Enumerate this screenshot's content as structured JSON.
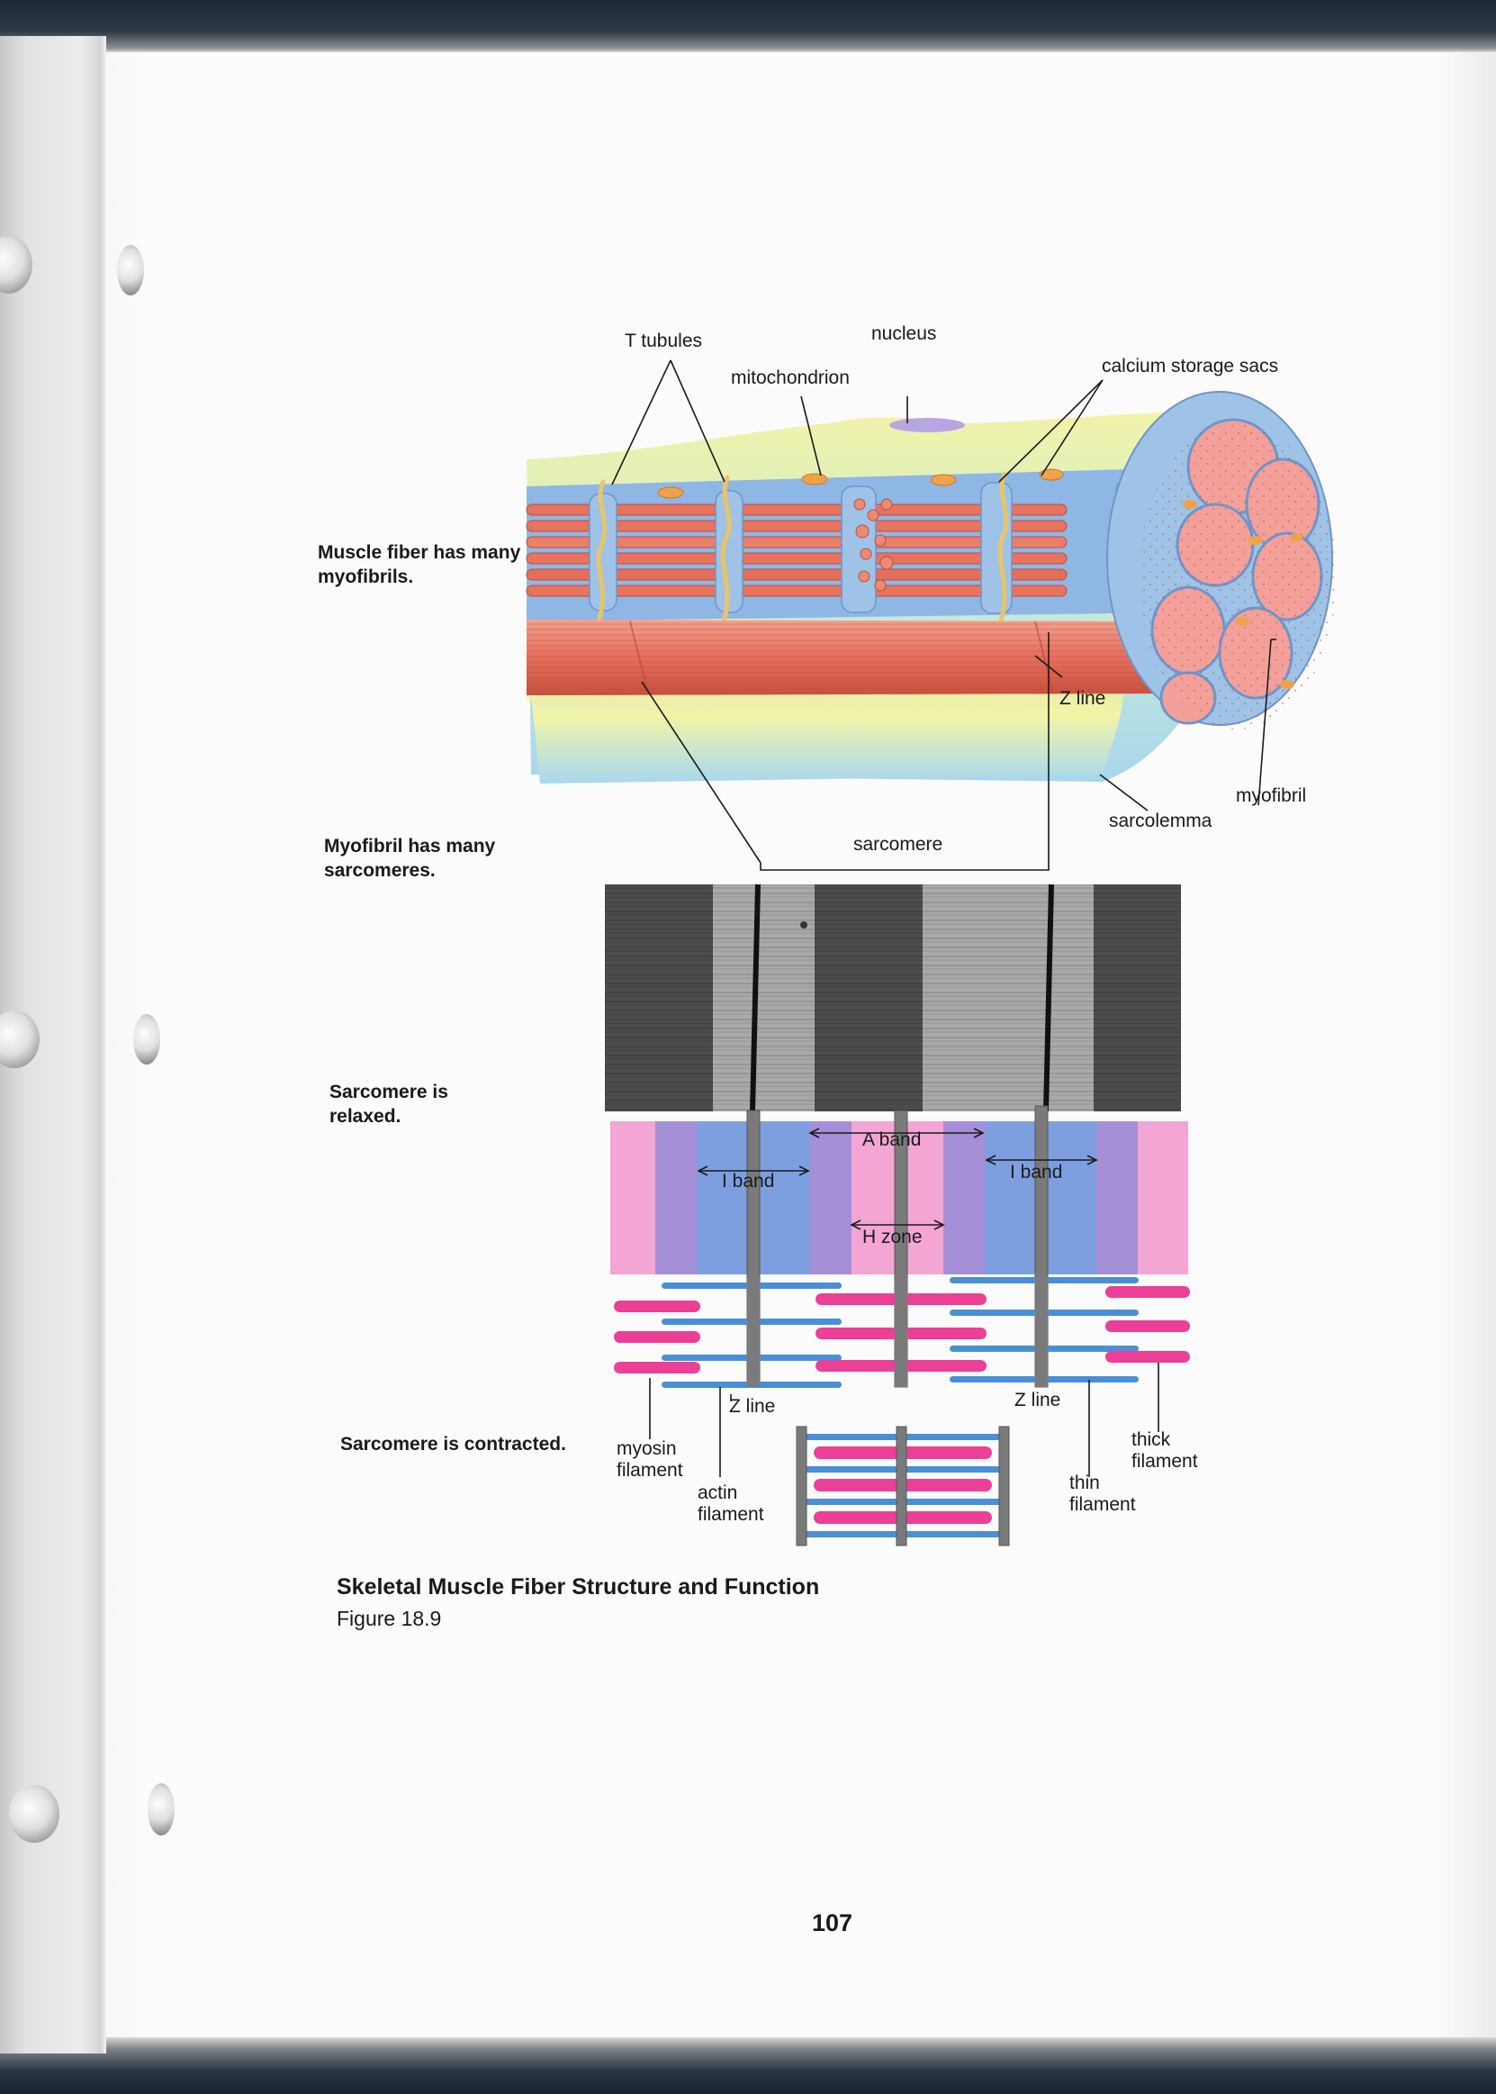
{
  "labels": {
    "t_tubules": "T tubules",
    "nucleus": "nucleus",
    "mitochondrion": "mitochondrion",
    "calcium_storage_sacs": "calcium storage sacs",
    "z_line_fiber": "Z line",
    "myofibril": "myofibril",
    "sarcolemma": "sarcolemma",
    "sarcomere": "sarcomere",
    "a_band": "A band",
    "i_band_left": "I band",
    "i_band_right": "I band",
    "h_zone": "H zone",
    "z_line_left": "Z line",
    "z_line_right": "Z line",
    "myosin_filament": "myosin filament",
    "actin_filament": "actin filament",
    "thick_filament": "thick filament",
    "thin_filament": "thin filament"
  },
  "side_labels": {
    "muscle_fiber": "Muscle fiber has many myofibrils.",
    "myofibril": "Myofibril has many sarcomeres.",
    "relaxed": "Sarcomere is relaxed.",
    "contracted": "Sarcomere is contracted."
  },
  "caption": {
    "title": "Skeletal Muscle Fiber Structure and Function",
    "figure": "Figure 18.9"
  },
  "page_number": "107",
  "colors": {
    "muscle_red": "#e8735f",
    "membrane_blue": "#9ec3e6",
    "myosin_pink": "#ec3f96",
    "actin_blue": "#4a8fd6",
    "band_pink": "#f3a6d3",
    "band_violet": "#a48fd6",
    "band_blue": "#7d9fe0",
    "tubule_yellow": "#e8c56a"
  }
}
